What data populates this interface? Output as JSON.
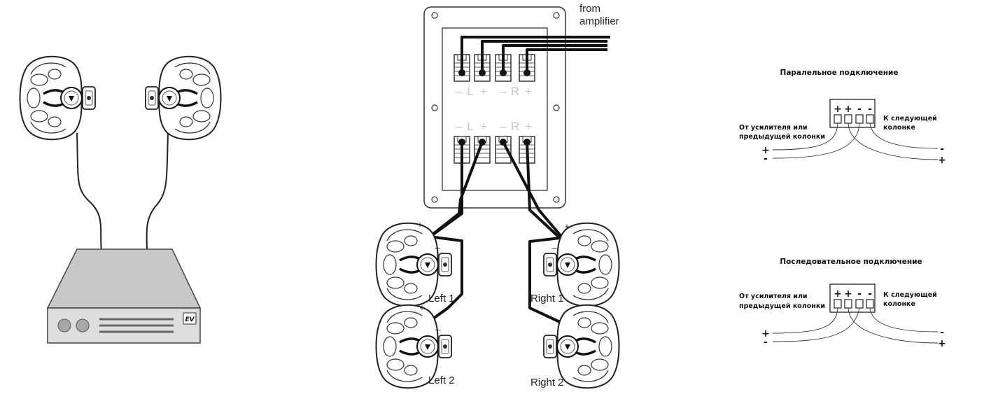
{
  "panel": {
    "from_amp_1": "from",
    "from_amp_2": "amplifier",
    "top_minus_l": "–",
    "top_l": "L",
    "top_plus_l": "+",
    "top_minus_r": "–",
    "top_r": "R",
    "top_plus_r": "+",
    "bot_minus_l": "–",
    "bot_l": "L",
    "bot_plus_l": "+",
    "bot_minus_r": "–",
    "bot_r": "R",
    "bot_plus_r": "+"
  },
  "speakers": {
    "left_1": "Left 1",
    "left_2": "Left 2",
    "right_1": "Right 1",
    "right_2": "Right 2",
    "plus": "+",
    "minus": "–"
  },
  "amplifier": {
    "logo": "EV"
  },
  "parallel": {
    "title": "Паралельное подключение",
    "source_1": "От усилителя или",
    "source_2": "предыдущей колонки",
    "next_1": "К следующей",
    "next_2": "колонке",
    "term_signs": [
      "+",
      "+",
      "-",
      "-"
    ],
    "left_plus": "+",
    "left_minus": "-",
    "right_minus": "-",
    "right_plus": "+"
  },
  "series": {
    "title": "Последовательное подключение",
    "source_1": "От усилителя или",
    "source_2": "предыдущей колонки",
    "next_1": "К следующей",
    "next_2": "колонке",
    "term_signs": [
      "+",
      "+",
      "-",
      "-"
    ],
    "left_plus": "+",
    "left_minus": "-",
    "right_minus": "-",
    "right_plus": "+"
  }
}
